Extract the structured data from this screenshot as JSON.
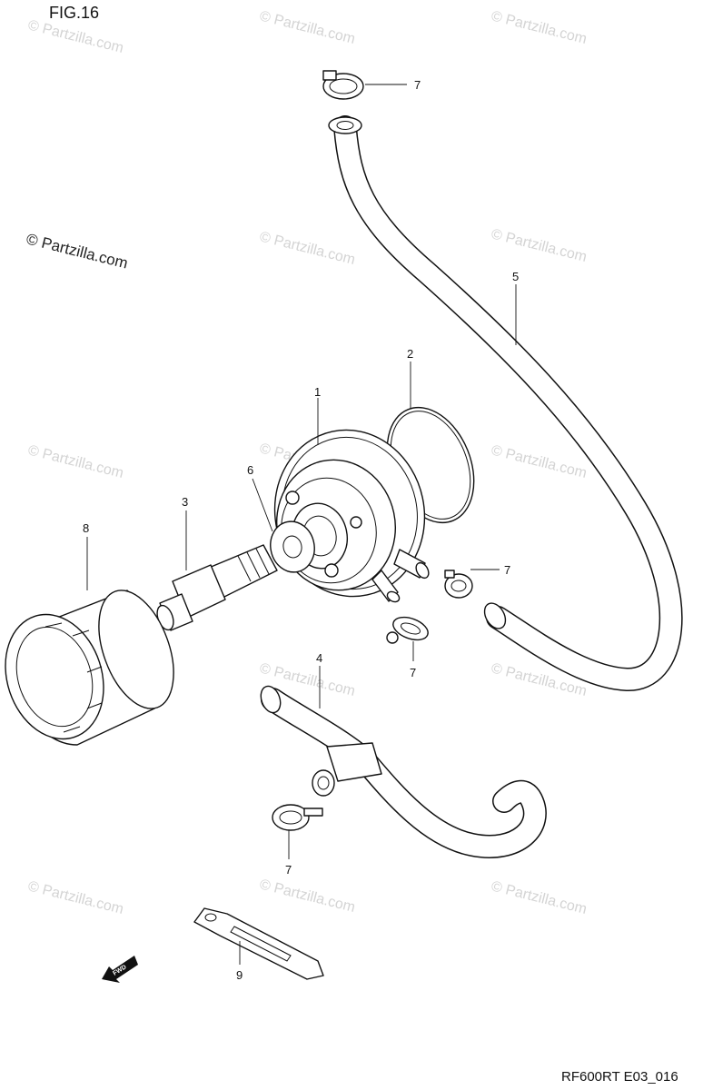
{
  "figure": {
    "title": "FIG.16",
    "code": "RF600RT E03_016"
  },
  "watermark": {
    "main": "© Partzilla.com",
    "repeat": "© Partzilla.com"
  },
  "callouts": [
    "1",
    "2",
    "3",
    "4",
    "5",
    "6",
    "7",
    "7",
    "7",
    "7",
    "8",
    "9"
  ],
  "front_arrow": {
    "label": "FWD",
    "icon": "front-direction-arrow-icon"
  }
}
